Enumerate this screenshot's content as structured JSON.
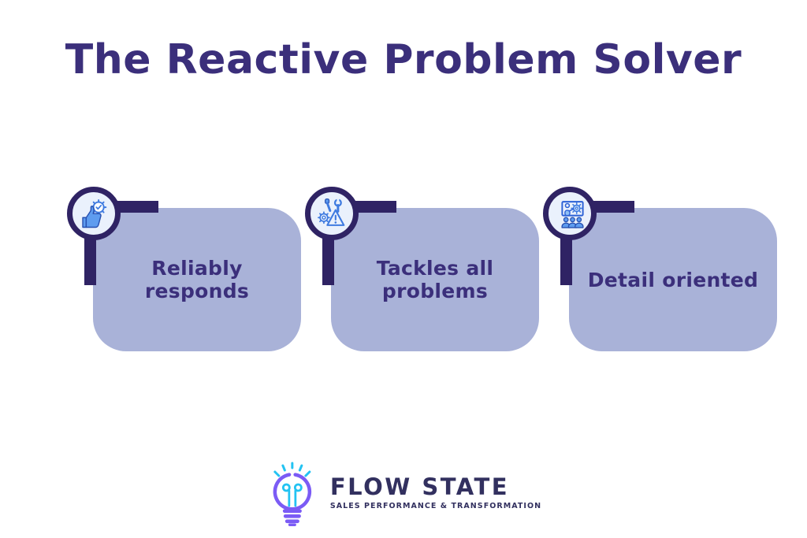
{
  "title": {
    "text": "The Reactive Problem Solver"
  },
  "cards": [
    {
      "label": "Reliably responds",
      "icon": "thumbs-up-gear-icon"
    },
    {
      "label": "Tackles all problems",
      "icon": "tools-warning-icon"
    },
    {
      "label": "Detail oriented",
      "icon": "team-presentation-icon"
    }
  ],
  "footer": {
    "brand": "FLOW STATE",
    "tagline": "SALES PERFORMANCE & TRANSFORMATION",
    "logo_icon": "lightbulb-icon"
  },
  "colors": {
    "background": "#FFFFFF",
    "title_text": "#3B2F7B",
    "card_background": "#A9B2D8",
    "card_text": "#3B2F7B",
    "connector_bar": "#2F2364",
    "icon_circle_background": "#EAF1FC",
    "icon_circle_border": "#2F2364",
    "icon_outline_blue": "#3F7BE0",
    "icon_fill_blue": "#5E9CEF",
    "icon_dark_navy": "#2750B0",
    "logo_purple": "#7B5BF5",
    "logo_cyan": "#23C3F2",
    "logo_navy": "#32305F"
  }
}
